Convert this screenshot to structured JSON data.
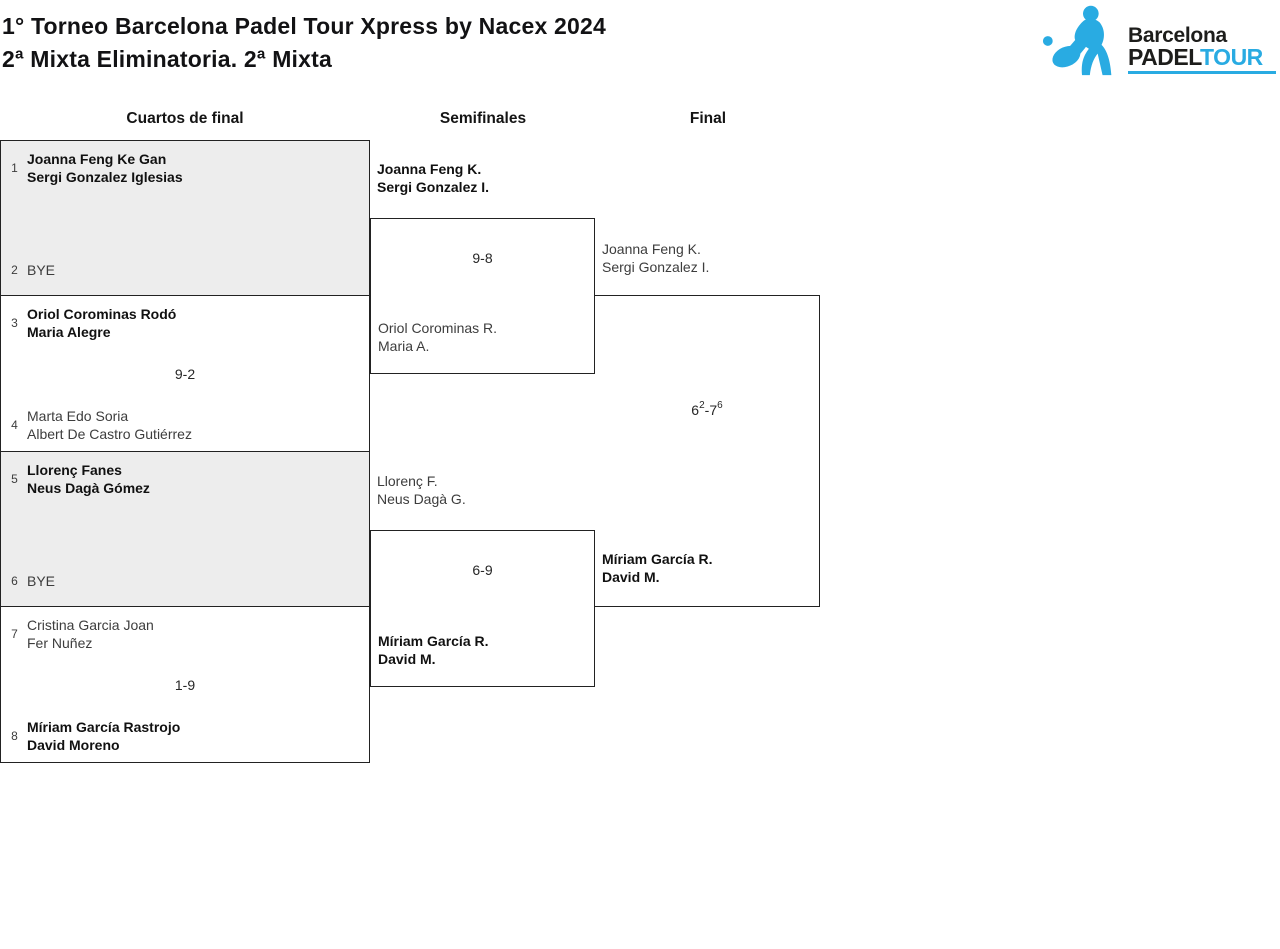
{
  "header": {
    "title_line1": "1° Torneo Barcelona Padel Tour Xpress by Nacex 2024",
    "title_line2": "2ª Mixta Eliminatoria. 2ª Mixta"
  },
  "logo": {
    "brand_top": "Barcelona",
    "brand_bottom_black": "PADEL",
    "brand_bottom_blue": "TOUR"
  },
  "colors": {
    "brand_blue": "#29abe2",
    "shaded_box": "#ededed",
    "border": "#222222"
  },
  "bracket": {
    "round_headers": [
      "Cuartos de final",
      "Semifinales",
      "Final"
    ],
    "quarterfinals": [
      {
        "top": {
          "seed": "1",
          "players": [
            "Joanna Feng Ke Gan",
            "Sergi Gonzalez Iglesias"
          ],
          "winner": true
        },
        "bottom": {
          "seed": "2",
          "players": [
            "BYE"
          ],
          "winner": false
        },
        "score": ""
      },
      {
        "top": {
          "seed": "3",
          "players": [
            "Oriol Corominas Rodó",
            "Maria Alegre"
          ],
          "winner": true
        },
        "bottom": {
          "seed": "4",
          "players": [
            "Marta Edo Soria",
            "Albert De Castro Gutiérrez"
          ],
          "winner": false
        },
        "score": "9-2"
      },
      {
        "top": {
          "seed": "5",
          "players": [
            "Llorenç Fanes",
            "Neus Dagà Gómez"
          ],
          "winner": true
        },
        "bottom": {
          "seed": "6",
          "players": [
            "BYE"
          ],
          "winner": false
        },
        "score": ""
      },
      {
        "top": {
          "seed": "7",
          "players": [
            "Cristina Garcia Joan",
            "Fer Nuñez"
          ],
          "winner": false
        },
        "bottom": {
          "seed": "8",
          "players": [
            "Míriam García Rastrojo",
            "David Moreno"
          ],
          "winner": true
        },
        "score": "1-9"
      }
    ],
    "semifinals": [
      {
        "top": {
          "players": [
            "Joanna Feng K.",
            "Sergi Gonzalez I."
          ],
          "winner": true
        },
        "bottom": {
          "players": [
            "Oriol Corominas R.",
            "Maria A."
          ],
          "winner": false
        },
        "score": "9-8"
      },
      {
        "top": {
          "players": [
            "Llorenç F.",
            "Neus Dagà G."
          ],
          "winner": false
        },
        "bottom": {
          "players": [
            "Míriam García R.",
            "David M."
          ],
          "winner": true
        },
        "score": "6-9"
      }
    ],
    "final": {
      "top": {
        "players": [
          "Joanna Feng K.",
          "Sergi Gonzalez I."
        ],
        "winner": false
      },
      "bottom": {
        "players": [
          "Míriam García R.",
          "David M."
        ],
        "winner": true
      },
      "score": {
        "set1": "6",
        "set1_tiebreak": "2",
        "separator": "-",
        "set2": "7",
        "set2_tiebreak": "6"
      }
    }
  }
}
